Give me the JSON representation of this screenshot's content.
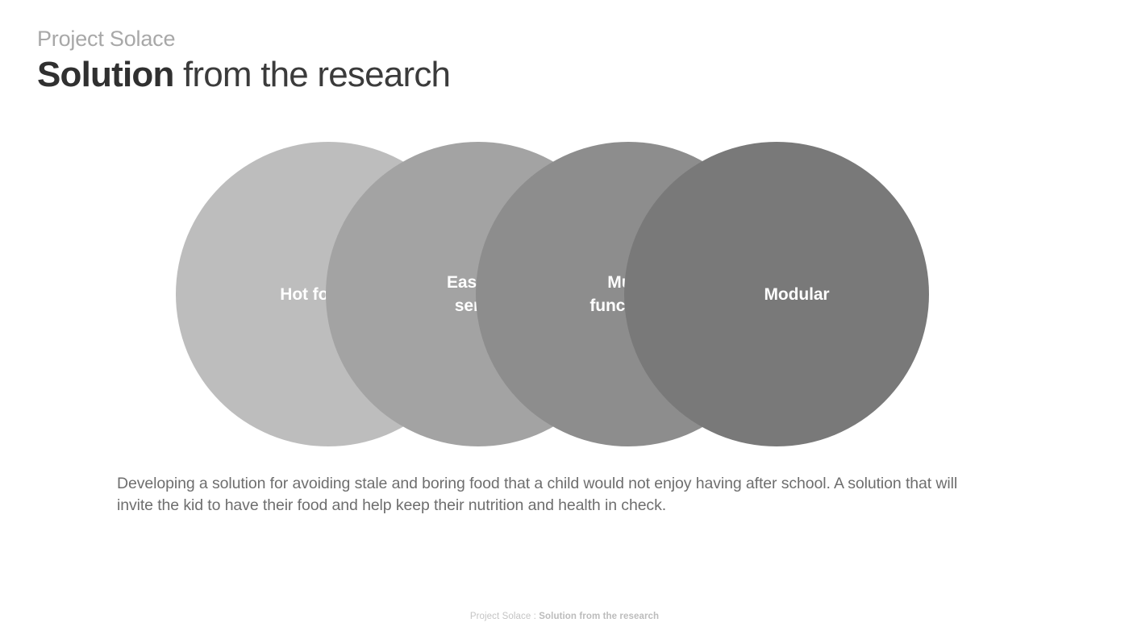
{
  "slide": {
    "background_color": "#ffffff",
    "header": {
      "eyebrow": "Project Solace",
      "title_strong": "Solution",
      "title_rest": " from the research"
    },
    "diagram": {
      "type": "overlapping-circles",
      "circles": [
        {
          "label": "Hot food",
          "color": "#bdbdbd"
        },
        {
          "label": "Easy to serve",
          "color": "#a3a3a3"
        },
        {
          "label": "Multi-functional",
          "color": "#8d8d8d"
        },
        {
          "label": "Modular",
          "color": "#797979"
        }
      ]
    },
    "body": "Developing a solution for avoiding stale and boring food that a child would not enjoy having after school. A solution that will invite the kid to have their food and help keep their nutrition and health in check.",
    "footer": {
      "prefix": "Project Solace : ",
      "strong": "Solution from the research"
    }
  }
}
